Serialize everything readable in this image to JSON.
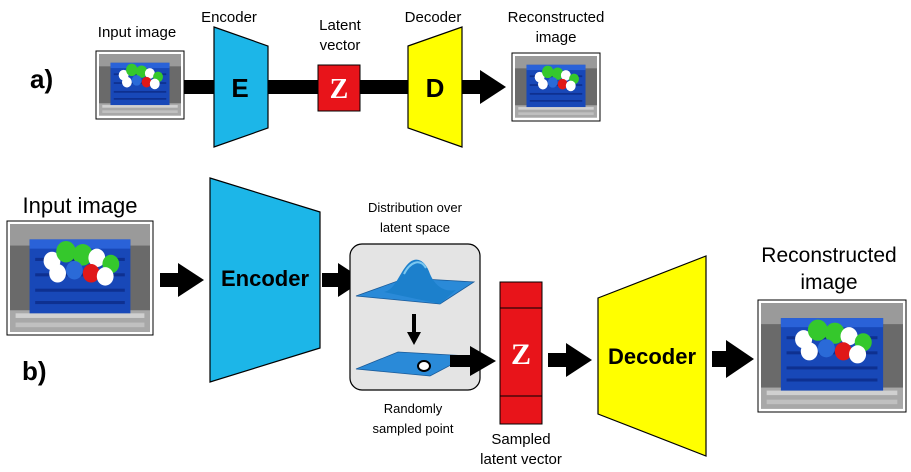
{
  "panel_a": {
    "label": "a)",
    "input_label": "Input image",
    "encoder_label": "Encoder",
    "encoder_letter": "E",
    "latent_label_line1": "Latent",
    "latent_label_line2": "vector",
    "latent_letter": "Z",
    "decoder_label": "Decoder",
    "decoder_letter": "D",
    "output_label_line1": "Reconstructed",
    "output_label_line2": "image"
  },
  "panel_b": {
    "label": "b)",
    "input_label": "Input image",
    "encoder_text": "Encoder",
    "distribution_label_line1": "Distribution over",
    "distribution_label_line2": "latent space",
    "sample_label_line1": "Randomly",
    "sample_label_line2": "sampled point",
    "latent_letter": "Z",
    "sampled_label_line1": "Sampled",
    "sampled_label_line2": "latent vector",
    "decoder_text": "Decoder",
    "output_label_line1": "Reconstructed",
    "output_label_line2": "image"
  },
  "colors": {
    "encoder": "#1cb6e8",
    "decoder": "#ffff00",
    "latent": "#e8141a",
    "arrow": "#000000"
  }
}
